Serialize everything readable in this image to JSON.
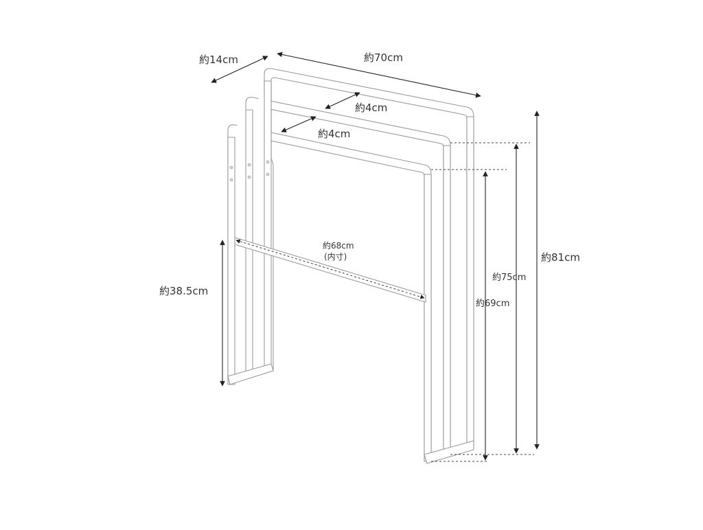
{
  "labels": {
    "depth": "約14cm",
    "width": "約70cm",
    "gap_upper": "約4cm",
    "gap_lower": "約4cm",
    "inner_width": "約68cm",
    "inner_width_note": "(内寸)",
    "bottom_bar_height": "約38.5cm",
    "height_total": "約81cm",
    "height_middle": "約75cm",
    "height_front": "約69cm"
  },
  "colors": {
    "frame_stroke": "#9a9a9a",
    "frame_fill": "#ffffff",
    "dimension_line": "#222222",
    "text": "#333333"
  }
}
